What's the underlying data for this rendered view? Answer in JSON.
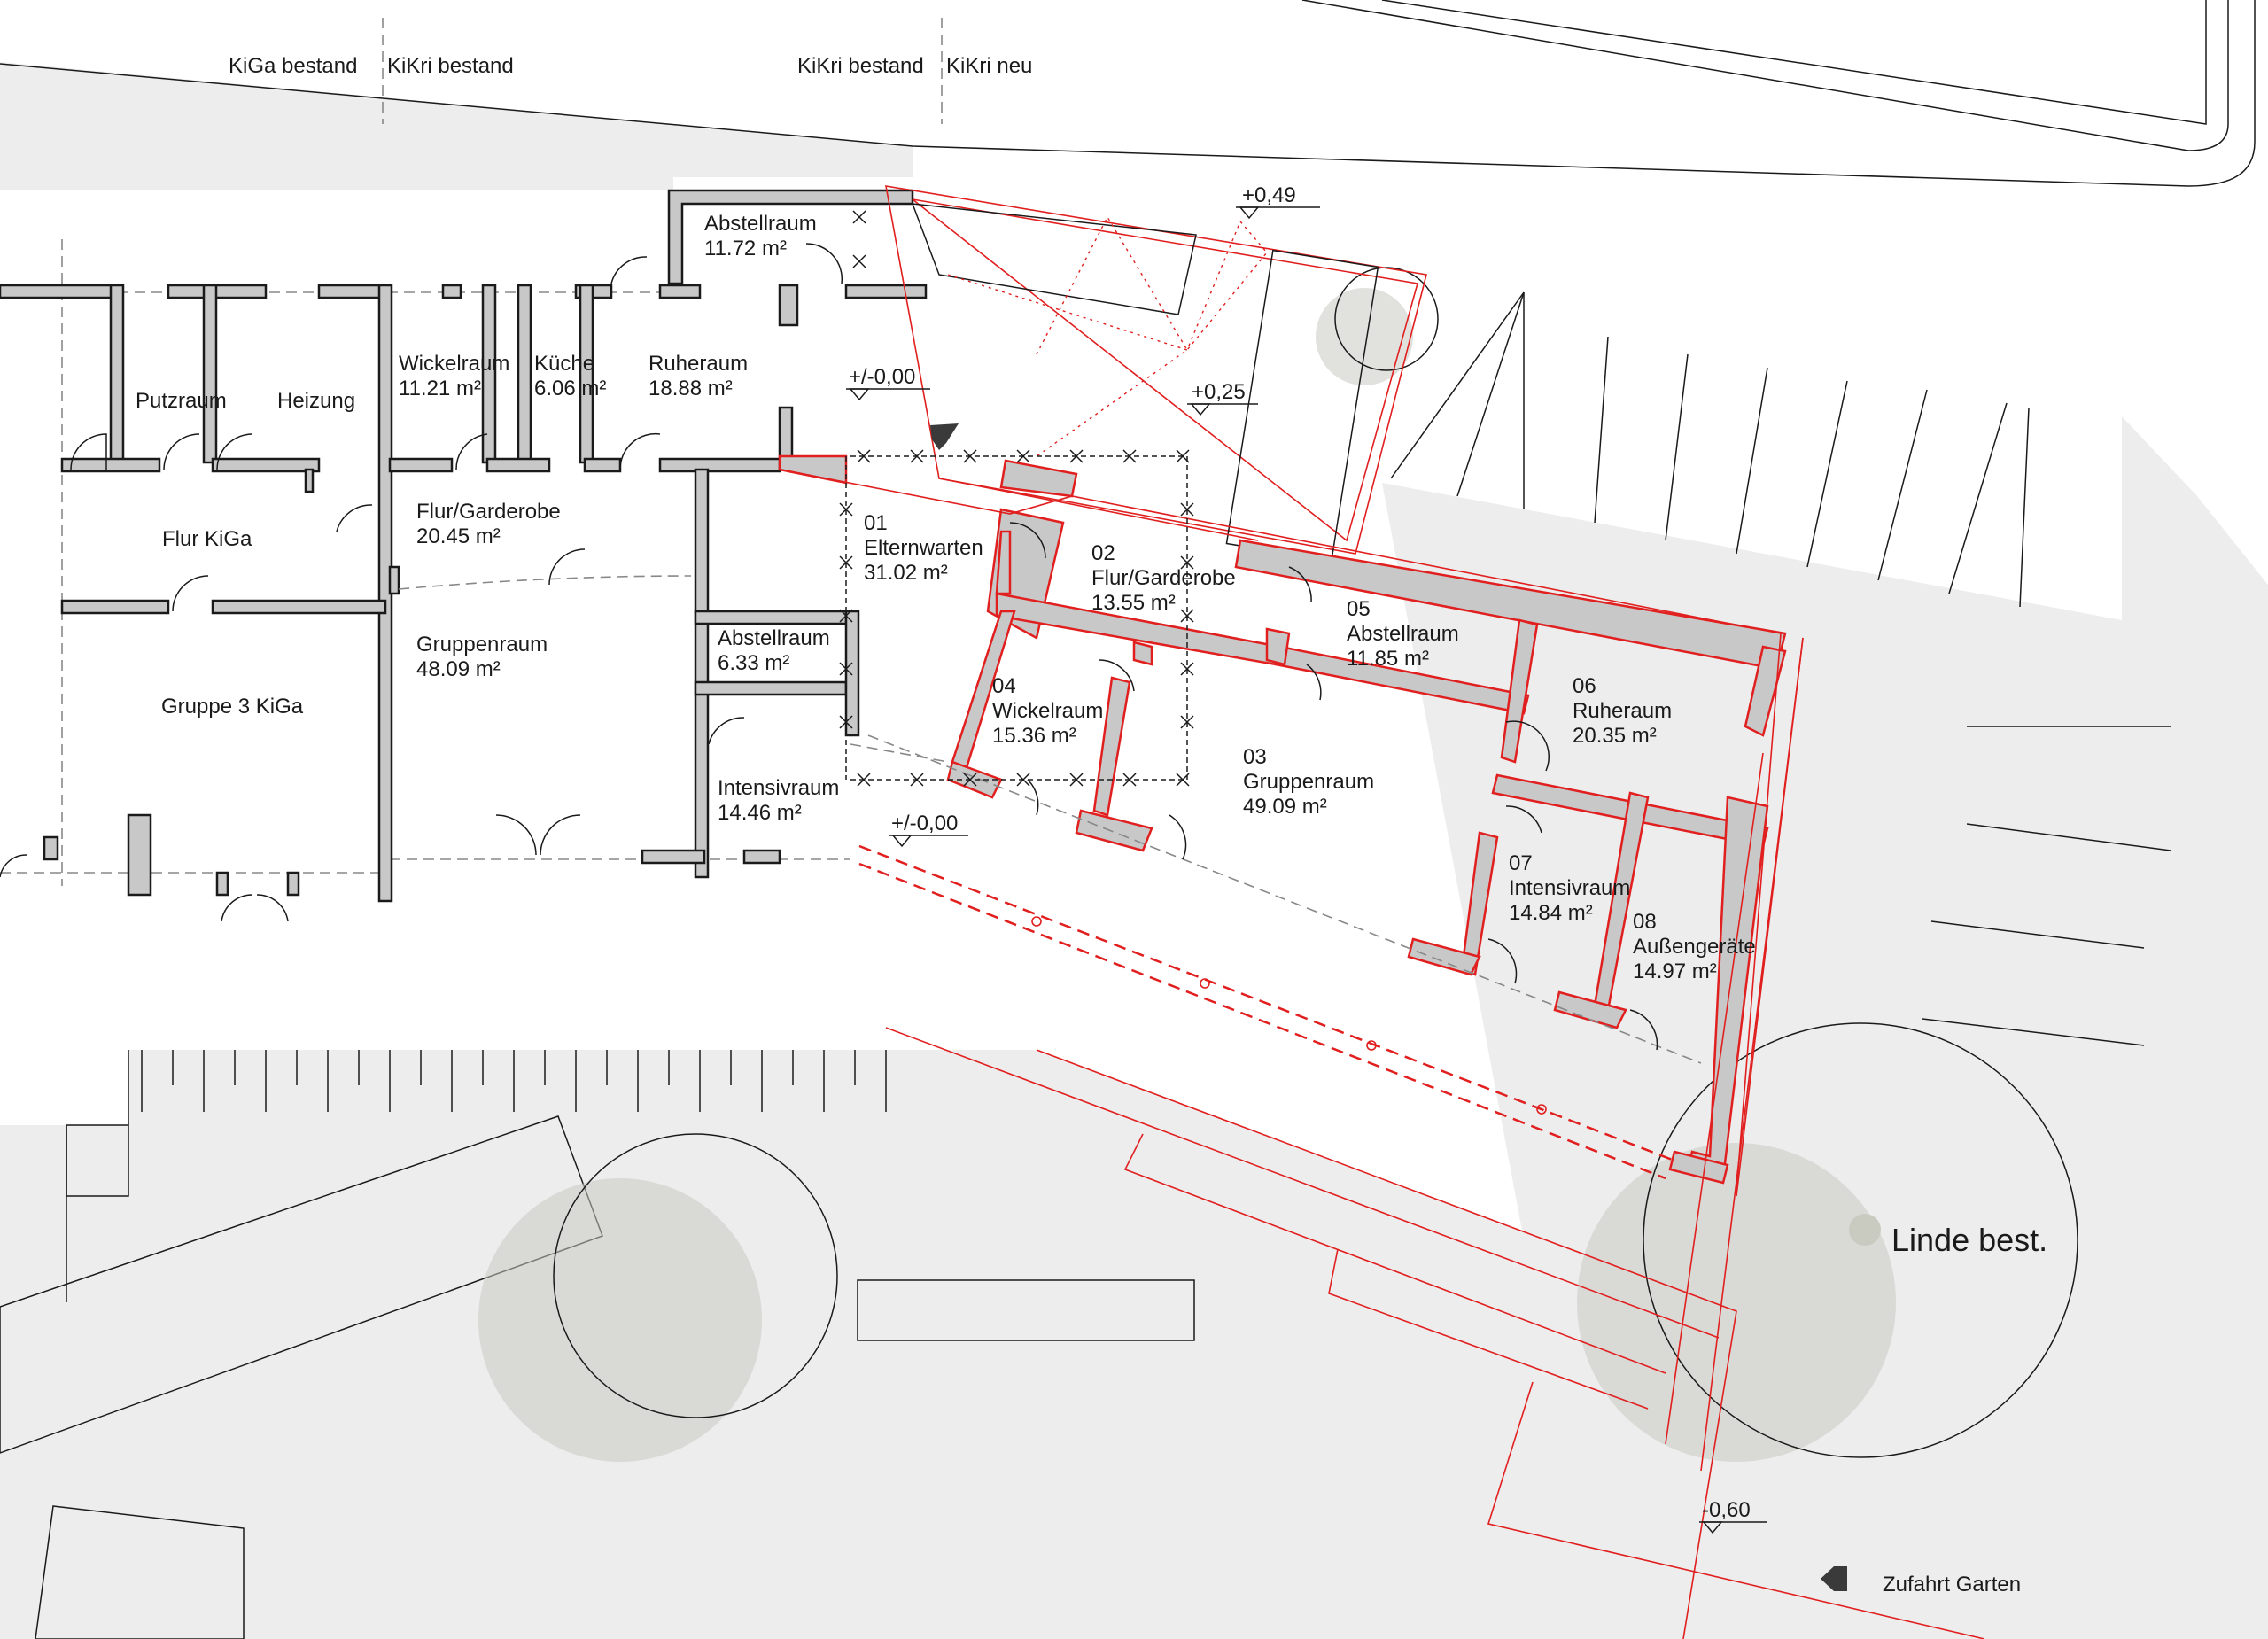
{
  "plan": {
    "section_labels": [
      {
        "text": "KiGa bestand"
      },
      {
        "text": "KiKri bestand"
      },
      {
        "text": "KiKri bestand"
      },
      {
        "text": "KiKri neu"
      }
    ],
    "existing_rooms": [
      {
        "name": "Putzraum",
        "area": ""
      },
      {
        "name": "Heizung",
        "area": ""
      },
      {
        "name": "Wickelraum",
        "area": "11.21 m²"
      },
      {
        "name": "Küche",
        "area": "6.06 m²"
      },
      {
        "name": "Ruheraum",
        "area": "18.88 m²"
      },
      {
        "name": "Abstellraum",
        "area": "11.72 m²"
      },
      {
        "name": "Flur KiGa",
        "area": ""
      },
      {
        "name": "Flur/Garderobe",
        "area": "20.45 m²"
      },
      {
        "name": "Gruppe 3 KiGa",
        "area": ""
      },
      {
        "name": "Gruppenraum",
        "area": "48.09 m²"
      },
      {
        "name": "Abstellraum",
        "area": "6.33 m²"
      },
      {
        "name": "Intensivraum",
        "area": "14.46 m²"
      }
    ],
    "new_rooms": [
      {
        "number": "01",
        "name": "Elternwarten",
        "area": "31.02 m²"
      },
      {
        "number": "02",
        "name": "Flur/Garderobe",
        "area": "13.55 m²"
      },
      {
        "number": "03",
        "name": "Gruppenraum",
        "area": "49.09 m²"
      },
      {
        "number": "04",
        "name": "Wickelraum",
        "area": "15.36 m²"
      },
      {
        "number": "05",
        "name": "Abstellraum",
        "area": "11.85 m²"
      },
      {
        "number": "06",
        "name": "Ruheraum",
        "area": "20.35 m²"
      },
      {
        "number": "07",
        "name": "Intensivraum",
        "area": "14.84 m²"
      },
      {
        "number": "08",
        "name": "Außengeräte",
        "area": "14.97 m²"
      }
    ],
    "levels": [
      {
        "text": "+0,49"
      },
      {
        "text": "+/-0,00"
      },
      {
        "text": "+0,25"
      },
      {
        "text": "+/-0,00"
      },
      {
        "text": "-0,60"
      }
    ],
    "tree_label": "Linde best.",
    "access_label": "Zufahrt Garten",
    "colors": {
      "new_construction": "#e11f1f",
      "wall_fill": "#c8c8c8",
      "ground": "#ededed"
    }
  }
}
